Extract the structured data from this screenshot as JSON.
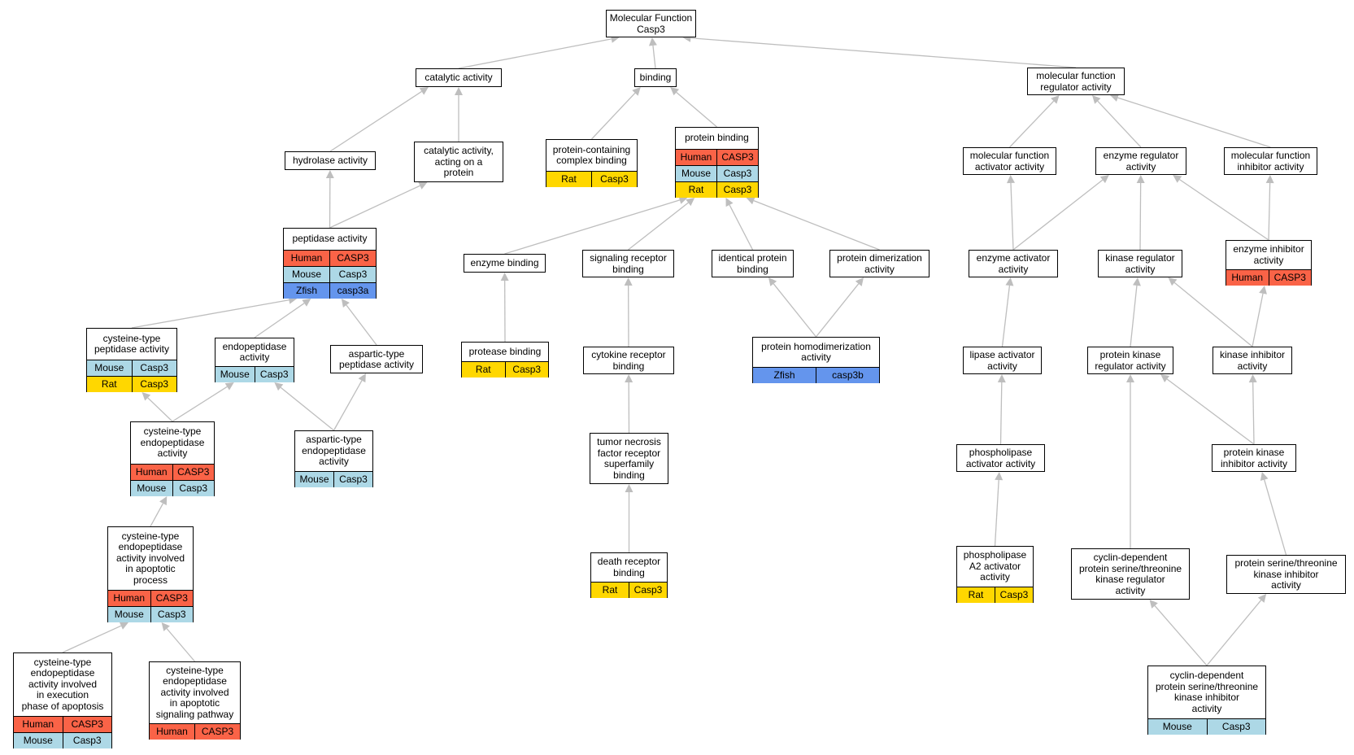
{
  "colors": {
    "Human": "#FA6347",
    "Mouse": "#ADD8E6",
    "Rat": "#FFD700",
    "Zfish": "#6495ED",
    "edge": "#BEBEBE"
  },
  "nodes": [
    {
      "id": "mf",
      "title": "Molecular Function\nCasp3",
      "rows": []
    },
    {
      "id": "catalytic",
      "title": "catalytic activity",
      "rows": []
    },
    {
      "id": "binding",
      "title": "binding",
      "rows": []
    },
    {
      "id": "mfreg",
      "title": "molecular function\nregulator activity",
      "rows": []
    },
    {
      "id": "hydrolase",
      "title": "hydrolase activity",
      "rows": []
    },
    {
      "id": "catprot",
      "title": "catalytic activity,\nacting on a\nprotein",
      "rows": []
    },
    {
      "id": "pcbinding",
      "title": "protein-containing\ncomplex binding",
      "rows": [
        [
          "Rat",
          "Casp3"
        ]
      ]
    },
    {
      "id": "protbind",
      "title": "protein binding",
      "rows": [
        [
          "Human",
          "CASP3"
        ],
        [
          "Mouse",
          "Casp3"
        ],
        [
          "Rat",
          "Casp3"
        ]
      ]
    },
    {
      "id": "mfact",
      "title": "molecular function\nactivator activity",
      "rows": []
    },
    {
      "id": "enzreg",
      "title": "enzyme regulator\nactivity",
      "rows": []
    },
    {
      "id": "mfinh",
      "title": "molecular function\ninhibitor activity",
      "rows": []
    },
    {
      "id": "peptidase",
      "title": "peptidase activity",
      "rows": [
        [
          "Human",
          "CASP3"
        ],
        [
          "Mouse",
          "Casp3"
        ],
        [
          "Zfish",
          "casp3a"
        ]
      ]
    },
    {
      "id": "enzbind",
      "title": "enzyme binding",
      "rows": []
    },
    {
      "id": "sigrec",
      "title": "signaling receptor\nbinding",
      "rows": []
    },
    {
      "id": "identprot",
      "title": "identical protein\nbinding",
      "rows": []
    },
    {
      "id": "protdimer",
      "title": "protein dimerization\nactivity",
      "rows": []
    },
    {
      "id": "enzact",
      "title": "enzyme activator\nactivity",
      "rows": []
    },
    {
      "id": "kinreg",
      "title": "kinase regulator\nactivity",
      "rows": []
    },
    {
      "id": "enzinh",
      "title": "enzyme inhibitor\nactivity",
      "rows": [
        [
          "Human",
          "CASP3"
        ]
      ]
    },
    {
      "id": "cystpep",
      "title": "cysteine-type\npeptidase activity",
      "rows": [
        [
          "Mouse",
          "Casp3"
        ],
        [
          "Rat",
          "Casp3"
        ]
      ]
    },
    {
      "id": "endopep",
      "title": "endopeptidase\nactivity",
      "rows": [
        [
          "Mouse",
          "Casp3"
        ]
      ]
    },
    {
      "id": "aspart",
      "title": "aspartic-type\npeptidase activity",
      "rows": []
    },
    {
      "id": "protease",
      "title": "protease binding",
      "rows": [
        [
          "Rat",
          "Casp3"
        ]
      ]
    },
    {
      "id": "cytokine",
      "title": "cytokine receptor\nbinding",
      "rows": []
    },
    {
      "id": "homodimer",
      "title": "protein homodimerization\nactivity",
      "rows": [
        [
          "Zfish",
          "casp3b"
        ]
      ]
    },
    {
      "id": "lipase",
      "title": "lipase activator\nactivity",
      "rows": []
    },
    {
      "id": "protkinreg",
      "title": "protein kinase\nregulator activity",
      "rows": []
    },
    {
      "id": "kininh",
      "title": "kinase inhibitor\nactivity",
      "rows": []
    },
    {
      "id": "cystendo",
      "title": "cysteine-type\nendopeptidase\nactivity",
      "rows": [
        [
          "Human",
          "CASP3"
        ],
        [
          "Mouse",
          "Casp3"
        ]
      ]
    },
    {
      "id": "aspendo",
      "title": "aspartic-type\nendopeptidase\nactivity",
      "rows": [
        [
          "Mouse",
          "Casp3"
        ]
      ]
    },
    {
      "id": "tnf",
      "title": "tumor necrosis\nfactor receptor\nsuperfamily\nbinding",
      "rows": []
    },
    {
      "id": "phospho",
      "title": "phospholipase\nactivator activity",
      "rows": []
    },
    {
      "id": "protkininh",
      "title": "protein kinase\ninhibitor activity",
      "rows": []
    },
    {
      "id": "cystapop",
      "title": "cysteine-type\nendopeptidase\nactivity involved\nin apoptotic\nprocess",
      "rows": [
        [
          "Human",
          "CASP3"
        ],
        [
          "Mouse",
          "Casp3"
        ]
      ]
    },
    {
      "id": "death",
      "title": "death receptor\nbinding",
      "rows": [
        [
          "Rat",
          "Casp3"
        ]
      ]
    },
    {
      "id": "pla2",
      "title": "phospholipase\nA2 activator\nactivity",
      "rows": [
        [
          "Rat",
          "Casp3"
        ]
      ]
    },
    {
      "id": "cdkreg",
      "title": "cyclin-dependent\nprotein serine/threonine\nkinase regulator\nactivity",
      "rows": []
    },
    {
      "id": "stinh",
      "title": "protein serine/threonine\nkinase inhibitor\nactivity",
      "rows": []
    },
    {
      "id": "cystexec",
      "title": "cysteine-type\nendopeptidase\nactivity involved\nin execution\nphase of apoptosis",
      "rows": [
        [
          "Human",
          "CASP3"
        ],
        [
          "Mouse",
          "Casp3"
        ]
      ]
    },
    {
      "id": "cystsig",
      "title": "cysteine-type\nendopeptidase\nactivity involved\nin apoptotic\nsignaling pathway",
      "rows": [
        [
          "Human",
          "CASP3"
        ]
      ]
    },
    {
      "id": "cdkinh",
      "title": "cyclin-dependent\nprotein serine/threonine\nkinase inhibitor\nactivity",
      "rows": [
        [
          "Mouse",
          "Casp3"
        ]
      ]
    }
  ],
  "edges": [
    [
      "catalytic",
      "mf"
    ],
    [
      "binding",
      "mf"
    ],
    [
      "mfreg",
      "mf"
    ],
    [
      "hydrolase",
      "catalytic"
    ],
    [
      "catprot",
      "catalytic"
    ],
    [
      "pcbinding",
      "binding"
    ],
    [
      "protbind",
      "binding"
    ],
    [
      "mfact",
      "mfreg"
    ],
    [
      "enzreg",
      "mfreg"
    ],
    [
      "mfinh",
      "mfreg"
    ],
    [
      "peptidase",
      "hydrolase"
    ],
    [
      "peptidase",
      "catprot"
    ],
    [
      "enzbind",
      "protbind"
    ],
    [
      "sigrec",
      "protbind"
    ],
    [
      "identprot",
      "protbind"
    ],
    [
      "protdimer",
      "protbind"
    ],
    [
      "enzact",
      "mfact"
    ],
    [
      "enzact",
      "enzreg"
    ],
    [
      "kinreg",
      "enzreg"
    ],
    [
      "enzinh",
      "enzreg"
    ],
    [
      "enzinh",
      "mfinh"
    ],
    [
      "cystpep",
      "peptidase"
    ],
    [
      "endopep",
      "peptidase"
    ],
    [
      "aspart",
      "peptidase"
    ],
    [
      "protease",
      "enzbind"
    ],
    [
      "cytokine",
      "sigrec"
    ],
    [
      "homodimer",
      "identprot"
    ],
    [
      "homodimer",
      "protdimer"
    ],
    [
      "lipase",
      "enzact"
    ],
    [
      "protkinreg",
      "kinreg"
    ],
    [
      "kininh",
      "kinreg"
    ],
    [
      "kininh",
      "enzinh"
    ],
    [
      "cystendo",
      "cystpep"
    ],
    [
      "cystendo",
      "endopep"
    ],
    [
      "aspendo",
      "endopep"
    ],
    [
      "aspendo",
      "aspart"
    ],
    [
      "tnf",
      "cytokine"
    ],
    [
      "phospho",
      "lipase"
    ],
    [
      "protkininh",
      "protkinreg"
    ],
    [
      "protkininh",
      "kininh"
    ],
    [
      "cystapop",
      "cystendo"
    ],
    [
      "death",
      "tnf"
    ],
    [
      "pla2",
      "phospho"
    ],
    [
      "cdkreg",
      "protkinreg"
    ],
    [
      "stinh",
      "protkininh"
    ],
    [
      "cystexec",
      "cystapop"
    ],
    [
      "cystsig",
      "cystapop"
    ],
    [
      "cdkinh",
      "cdkreg"
    ],
    [
      "cdkinh",
      "stinh"
    ]
  ]
}
